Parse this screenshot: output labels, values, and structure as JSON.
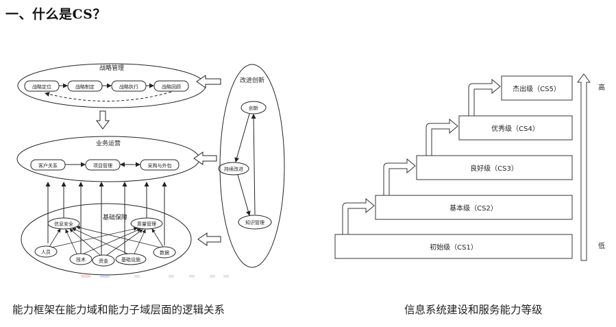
{
  "heading": "一、什么是CS？",
  "left": {
    "caption": "能力框架在能力域和能力子域层面的逻辑关系",
    "strategy": {
      "title": "战略管理",
      "steps": [
        "战略定位",
        "战略制定",
        "战略执行",
        "战略回顾"
      ]
    },
    "operations": {
      "title": "业务运营",
      "items": [
        "客户关系",
        "项目管理",
        "采购与外包"
      ]
    },
    "foundation": {
      "title": "基础保障",
      "top_items": [
        "信息安全",
        "质量管理"
      ],
      "bottom_items": [
        "人员",
        "技术",
        "资金",
        "基础设施",
        "数据"
      ]
    },
    "improvement": {
      "title": "改进创新",
      "items": [
        "创新",
        "持续改进",
        "知识管理"
      ]
    }
  },
  "right": {
    "caption": "信息系统建设和服务能力等级",
    "levels": [
      "初始级（CS1）",
      "基本级（CS2）",
      "良好级（CS3）",
      "优秀级（CS4）",
      "杰出级（CS5）"
    ],
    "axis_high": "高",
    "axis_low": "低"
  }
}
